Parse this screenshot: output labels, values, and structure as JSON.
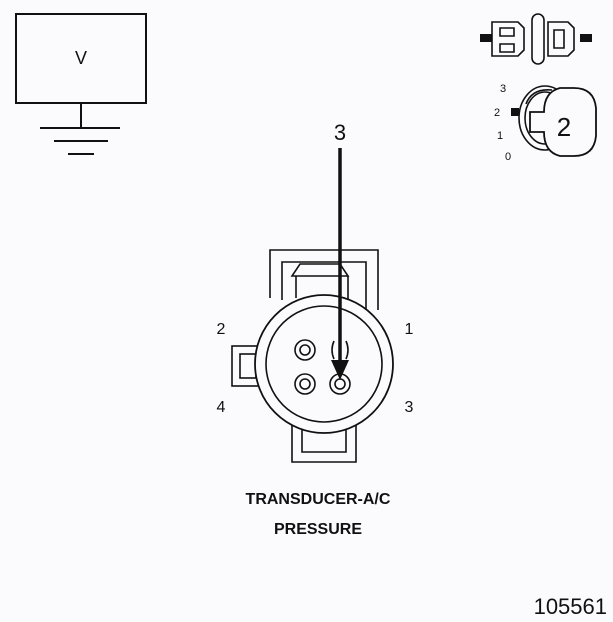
{
  "meter": {
    "label": "V"
  },
  "ignition_key": {
    "positions": [
      "3",
      "2",
      "1",
      "0"
    ],
    "selected": "2"
  },
  "probe": {
    "pin_label": "3"
  },
  "connector": {
    "pin_labels": {
      "p1": "1",
      "p2": "2",
      "p3": "3",
      "p4": "4"
    },
    "title_line1": "TRANSDUCER-A/C",
    "title_line2": "PRESSURE"
  },
  "figure_id": "105561"
}
